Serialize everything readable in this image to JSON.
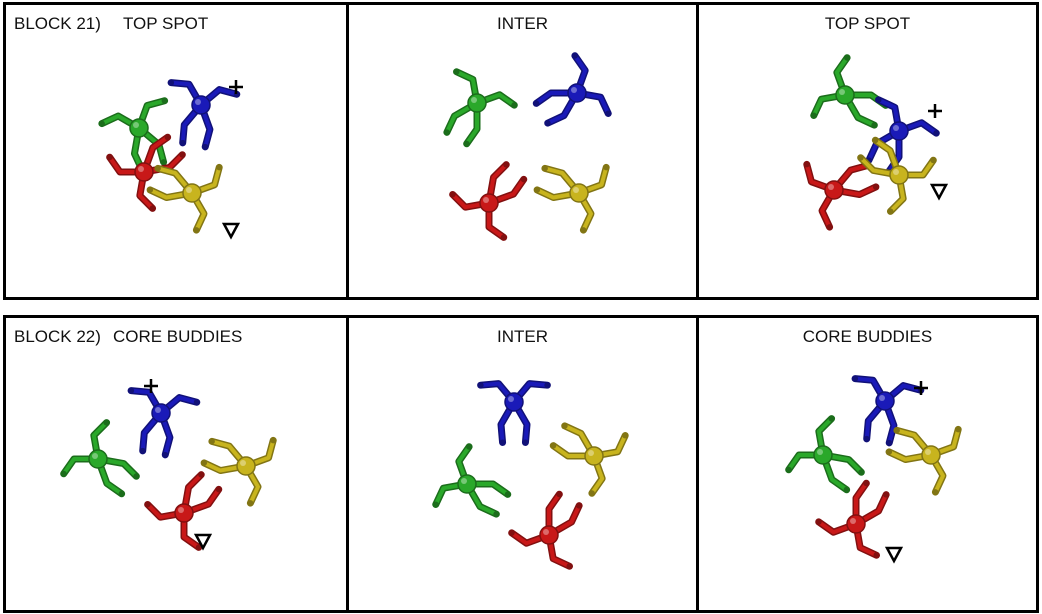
{
  "blocks": [
    {
      "label": "BLOCK 21)",
      "panels": [
        {
          "title": "TOP SPOT",
          "flyers": [
            {
              "color": "blue"
            },
            {
              "color": "green"
            },
            {
              "color": "red"
            },
            {
              "color": "yellow"
            }
          ],
          "markers": [
            "+",
            "triangle"
          ]
        },
        {
          "title": "INTER",
          "flyers": [
            {
              "color": "green"
            },
            {
              "color": "blue"
            },
            {
              "color": "red"
            },
            {
              "color": "yellow"
            }
          ],
          "markers": []
        },
        {
          "title": "TOP SPOT",
          "flyers": [
            {
              "color": "green"
            },
            {
              "color": "blue"
            },
            {
              "color": "red"
            },
            {
              "color": "yellow"
            }
          ],
          "markers": [
            "+",
            "triangle"
          ]
        }
      ]
    },
    {
      "label": "BLOCK 22)",
      "panels": [
        {
          "title": "CORE BUDDIES",
          "flyers": [
            {
              "color": "blue"
            },
            {
              "color": "green"
            },
            {
              "color": "red"
            },
            {
              "color": "yellow"
            }
          ],
          "markers": [
            "+",
            "triangle"
          ]
        },
        {
          "title": "INTER",
          "flyers": [
            {
              "color": "blue"
            },
            {
              "color": "yellow"
            },
            {
              "color": "green"
            },
            {
              "color": "red"
            }
          ],
          "markers": []
        },
        {
          "title": "CORE BUDDIES",
          "flyers": [
            {
              "color": "blue"
            },
            {
              "color": "green"
            },
            {
              "color": "yellow"
            },
            {
              "color": "red"
            }
          ],
          "markers": [
            "+",
            "triangle"
          ]
        }
      ]
    }
  ],
  "colors": {
    "blue": "#1a1ab8",
    "green": "#2aa82a",
    "red": "#c81818",
    "yellow": "#c8b41e",
    "border": "#000000"
  }
}
